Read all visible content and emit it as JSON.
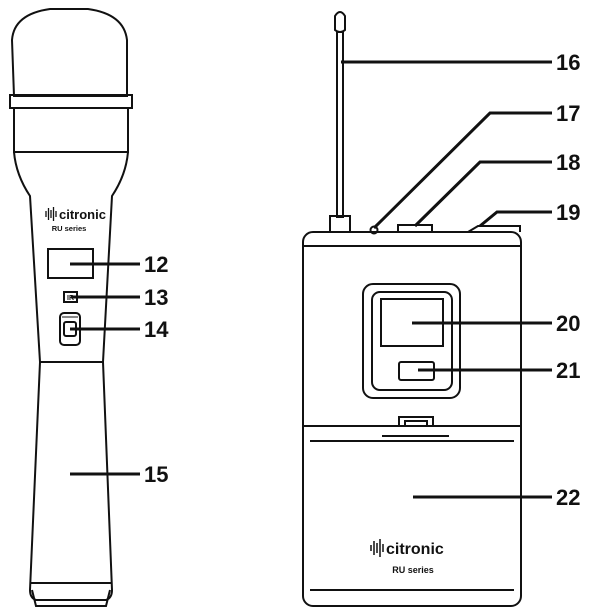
{
  "handheld": {
    "brand": "citronic",
    "series": "RU series",
    "ir_label": "IR",
    "callouts": [
      {
        "number": "12"
      },
      {
        "number": "13"
      },
      {
        "number": "14"
      },
      {
        "number": "15"
      }
    ]
  },
  "beltpack": {
    "brand": "citronic",
    "series": "RU series",
    "callouts": [
      {
        "number": "16"
      },
      {
        "number": "17"
      },
      {
        "number": "18"
      },
      {
        "number": "19"
      },
      {
        "number": "20"
      },
      {
        "number": "21"
      },
      {
        "number": "22"
      }
    ]
  },
  "colors": {
    "ink": "#111111",
    "background": "#ffffff"
  }
}
